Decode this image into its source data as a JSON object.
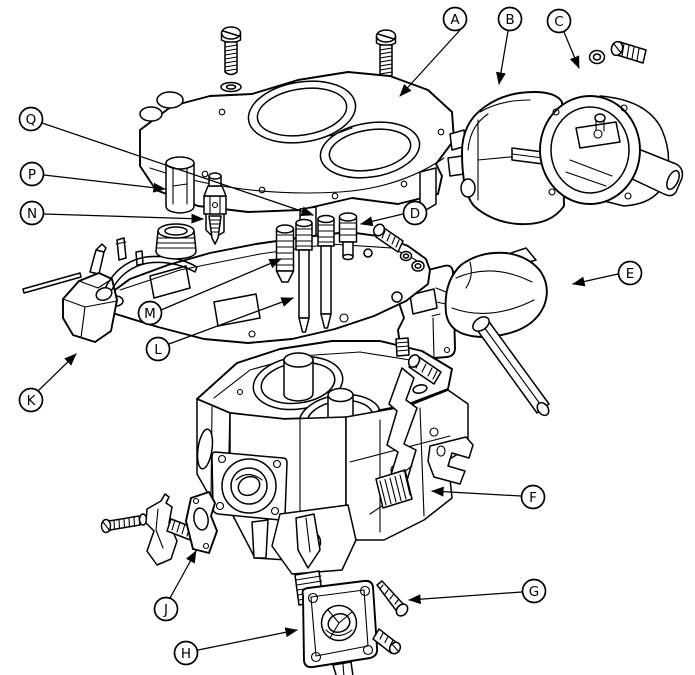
{
  "diagram": {
    "kind": "exploded-parts-line-drawing",
    "background_color": "#ffffff",
    "line_color": "#000000",
    "callouts": [
      {
        "letter": "A"
      },
      {
        "letter": "B"
      },
      {
        "letter": "C"
      },
      {
        "letter": "D"
      },
      {
        "letter": "E"
      },
      {
        "letter": "F"
      },
      {
        "letter": "G"
      },
      {
        "letter": "H"
      },
      {
        "letter": "J"
      },
      {
        "letter": "K"
      },
      {
        "letter": "L"
      },
      {
        "letter": "M"
      },
      {
        "letter": "N"
      },
      {
        "letter": "P"
      },
      {
        "letter": "Q"
      }
    ]
  }
}
